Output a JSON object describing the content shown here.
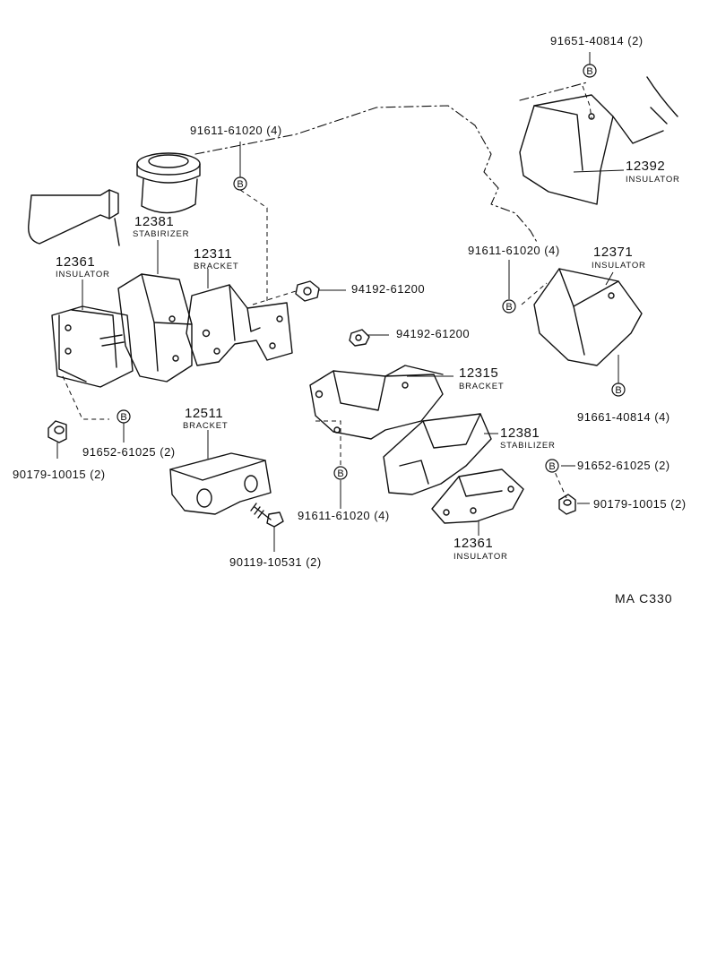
{
  "callout_symbol": "B",
  "labels": {
    "p91651_40814": "91651-40814 (2)",
    "p91611_61020_top": "91611-61020 (4)",
    "p12392": "12392",
    "p12392_desc": "INSULATOR",
    "p91611_61020_right": "91611-61020 (4)",
    "p12381_left": "12381",
    "p12381_left_desc": "STABIRIZER",
    "p12311": "12311",
    "p12311_desc": "BRACKET",
    "p12361_left": "12361",
    "p12361_left_desc": "INSULATOR",
    "p94192_61200_a": "94192-61200",
    "p12371": "12371",
    "p12371_desc": "INSULATOR",
    "p94192_61200_b": "94192-61200",
    "p12315": "12315",
    "p12315_desc": "BRACKET",
    "p91661_40814": "91661-40814 (4)",
    "p12511": "12511",
    "p12511_desc": "BRACKET",
    "p91652_61025_left": "91652-61025 (2)",
    "p90179_10015_left": "90179-10015 (2)",
    "p12381_right": "12381",
    "p12381_right_desc": "STABILIZER",
    "p91652_61025_right": "91652-61025 (2)",
    "p91611_61020_bottom": "91611-61020 (4)",
    "p90179_10015_right": "90179-10015 (2)",
    "p90119_10531": "90119-10531 (2)",
    "p12361_right": "12361",
    "p12361_right_desc": "INSULATOR",
    "reference_code": "MA  C330"
  }
}
